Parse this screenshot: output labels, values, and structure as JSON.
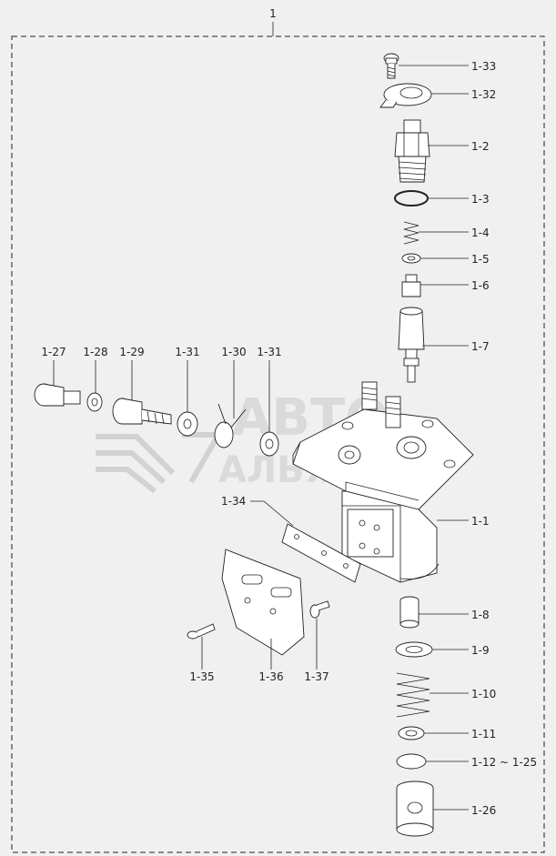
{
  "assembly": {
    "label": "1"
  },
  "watermark": {
    "line1": "АВТО",
    "line2": "АЛЬЯНС"
  },
  "callouts": [
    {
      "id": "1-33",
      "label": "1-33"
    },
    {
      "id": "1-32",
      "label": "1-32"
    },
    {
      "id": "1-2",
      "label": "1-2"
    },
    {
      "id": "1-3",
      "label": "1-3"
    },
    {
      "id": "1-4",
      "label": "1-4"
    },
    {
      "id": "1-5",
      "label": "1-5"
    },
    {
      "id": "1-6",
      "label": "1-6"
    },
    {
      "id": "1-7",
      "label": "1-7"
    },
    {
      "id": "1-1",
      "label": "1-1"
    },
    {
      "id": "1-8",
      "label": "1-8"
    },
    {
      "id": "1-9",
      "label": "1-9"
    },
    {
      "id": "1-10",
      "label": "1-10"
    },
    {
      "id": "1-11",
      "label": "1-11"
    },
    {
      "id": "1-12",
      "label": "1-12 ~ 1-25"
    },
    {
      "id": "1-26",
      "label": "1-26"
    },
    {
      "id": "1-27",
      "label": "1-27"
    },
    {
      "id": "1-28",
      "label": "1-28"
    },
    {
      "id": "1-29",
      "label": "1-29"
    },
    {
      "id": "1-31a",
      "label": "1-31"
    },
    {
      "id": "1-30",
      "label": "1-30"
    },
    {
      "id": "1-31b",
      "label": "1-31"
    },
    {
      "id": "1-34",
      "label": "1-34"
    },
    {
      "id": "1-35",
      "label": "1-35"
    },
    {
      "id": "1-36",
      "label": "1-36"
    },
    {
      "id": "1-37",
      "label": "1-37"
    }
  ]
}
